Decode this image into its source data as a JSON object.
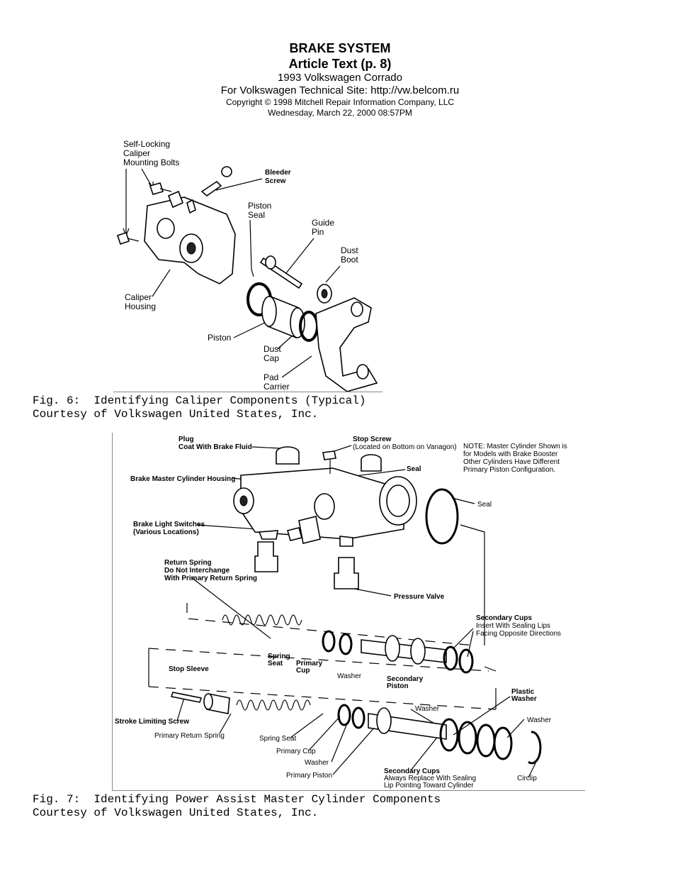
{
  "header": {
    "title": "BRAKE SYSTEM",
    "subtitle": "Article Text (p. 8)",
    "model": "1993 Volkswagen Corrado",
    "site": "For Volkswagen Technical Site:  http://vw.belcom.ru",
    "copyright": "Copyright © 1998 Mitchell Repair Information Company, LLC",
    "date": "Wednesday, March 22, 2000  08:57PM"
  },
  "fig6": {
    "labels": {
      "self_locking_1": "Self-Locking",
      "self_locking_2": "Caliper",
      "self_locking_3": "Mounting Bolts",
      "bleeder_1": "Bleeder",
      "bleeder_2": "Screw",
      "piston_seal_1": "Piston",
      "piston_seal_2": "Seal",
      "guide_pin_1": "Guide",
      "guide_pin_2": "Pin",
      "dust_boot_1": "Dust",
      "dust_boot_2": "Boot",
      "caliper_housing_1": "Caliper",
      "caliper_housing_2": "Housing",
      "piston": "Piston",
      "dust_cap_1": "Dust",
      "dust_cap_2": "Cap",
      "pad_carrier_1": "Pad",
      "pad_carrier_2": "Carrier"
    },
    "caption_line1": "Fig. 6:  Identifying Caliper Components (Typical)",
    "caption_line2": "Courtesy of Volkswagen United States, Inc."
  },
  "fig7": {
    "labels": {
      "plug_1": "Plug",
      "plug_2": "Coat With Brake Fluid",
      "stop_screw_1": "Stop Screw",
      "stop_screw_2": "(Located on Bottom on Vanagon)",
      "note_1": "NOTE: Master Cylinder Shown is",
      "note_2": "for Models with Brake Booster",
      "note_3": "Other Cylinders Have Different",
      "note_4": "Primary Piston Configuration.",
      "housing": "Brake Master Cylinder Housing",
      "seal_top": "Seal",
      "seal_right": "Seal",
      "switches_1": "Brake Light Switches",
      "switches_2": "(Various Locations)",
      "return_1": "Return Spring",
      "return_2": "Do Not Interchange",
      "return_3": "With Primary Return Spring",
      "pressure_valve": "Pressure Valve",
      "sec_cups_1": "Secondary Cups",
      "sec_cups_2": "Insert With Sealing Lips",
      "sec_cups_3": "Facing Opposite Directions",
      "spring_seat_1": "Spring",
      "spring_seat_2": "Seat",
      "primary_cup_1": "Primary",
      "primary_cup_2": "Cup",
      "washer_mid": "Washer",
      "sec_piston_1": "Secondary",
      "sec_piston_2": "Piston",
      "stop_sleeve": "Stop Sleeve",
      "plastic_1": "Plastic",
      "plastic_2": "Washer",
      "washer_low": "Washer",
      "washer_right": "Washer",
      "stroke": "Stroke Limiting Screw",
      "primary_return": "Primary Return Spring",
      "spring_seat_low": "Spring Seat",
      "primary_cup_low": "Primary Cup",
      "washer_bottom": "Washer",
      "primary_piston": "Primary Piston",
      "sec_cups_low_1": "Secondary Cups",
      "sec_cups_low_2": "Always Replace With Sealing",
      "sec_cups_low_3": "Lip Pointing Toward Cylinder",
      "circlip": "Circlip"
    },
    "caption_line1": "Fig. 7:  Identifying Power Assist Master Cylinder Components",
    "caption_line2": "Courtesy of Volkswagen United States, Inc."
  }
}
